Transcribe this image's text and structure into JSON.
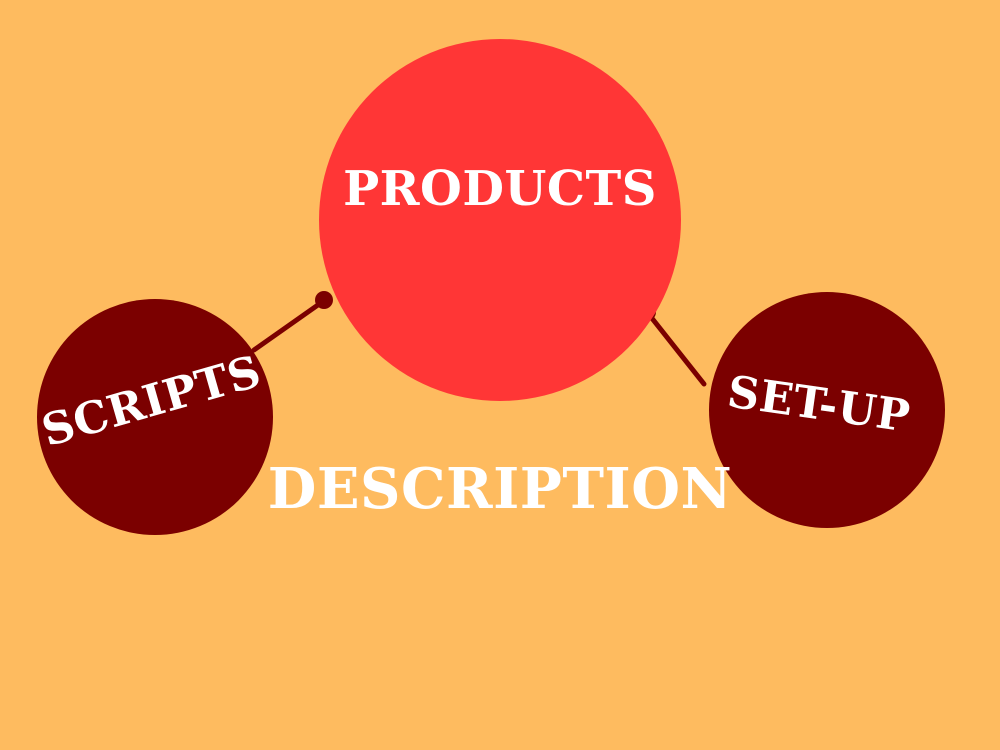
{
  "diagram": {
    "center": {
      "label": "PRODUCTS"
    },
    "nodes": [
      {
        "label": "SCRIPTS"
      },
      {
        "label": "SET-UP"
      }
    ],
    "caption": "DESCRIPTION"
  },
  "colors": {
    "background": "#FEBB5F",
    "center_fill": "#FF3636",
    "node_fill": "#7B0000",
    "connector": "#7B0000",
    "text": "#FFFFFF"
  }
}
